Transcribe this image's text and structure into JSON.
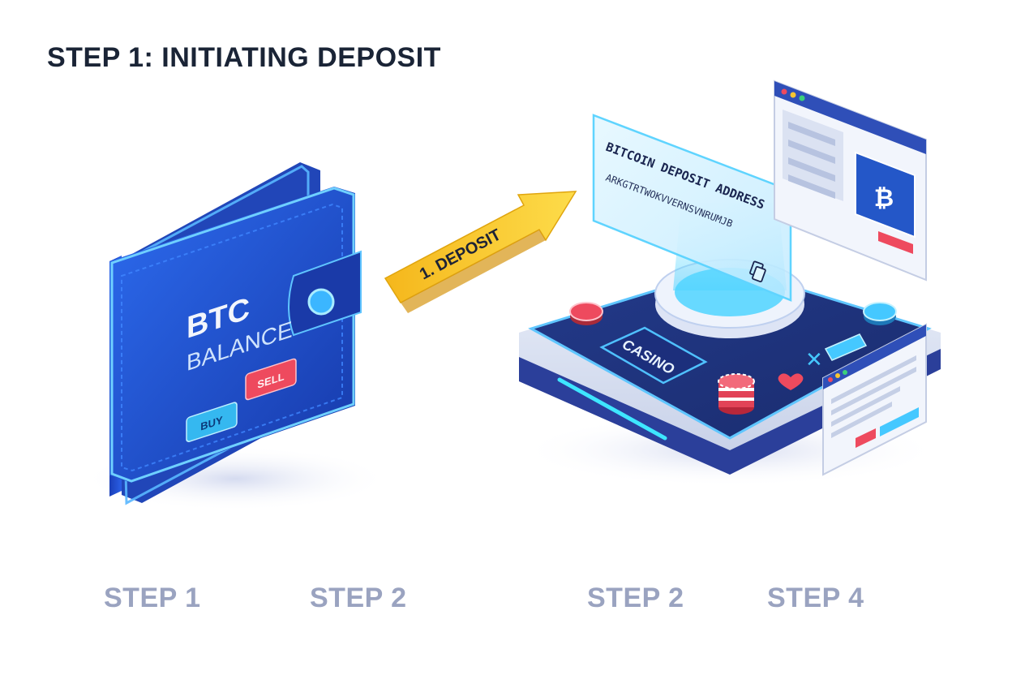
{
  "title": "STEP 1: INITIATING DEPOSIT",
  "wallet": {
    "line1": "BTC",
    "line2": "BALANCE",
    "buy_label": "BUY",
    "sell_label": "SELL"
  },
  "arrow": {
    "label": "1. DEPOSIT"
  },
  "deposit_card": {
    "title": "BITCOIN DEPOSIT ADDRESS",
    "address": "ARKGTRTWOKVVERNSVNRUMJB"
  },
  "casino": {
    "sign": "CASINO"
  },
  "steps": [
    "STEP 1",
    "STEP 2",
    "STEP 2",
    "STEP 4"
  ],
  "colors": {
    "wallet_blue": "#1f4fd1",
    "arrow_yellow": "#f7c531",
    "btc_tile": "#2457c8",
    "sell_red": "#ee4a5e",
    "buy_cyan": "#35b8f0"
  },
  "icons": [
    "bitcoin-icon",
    "copy-icon",
    "heart-icon",
    "x-icon",
    "poker-chips-icon"
  ]
}
